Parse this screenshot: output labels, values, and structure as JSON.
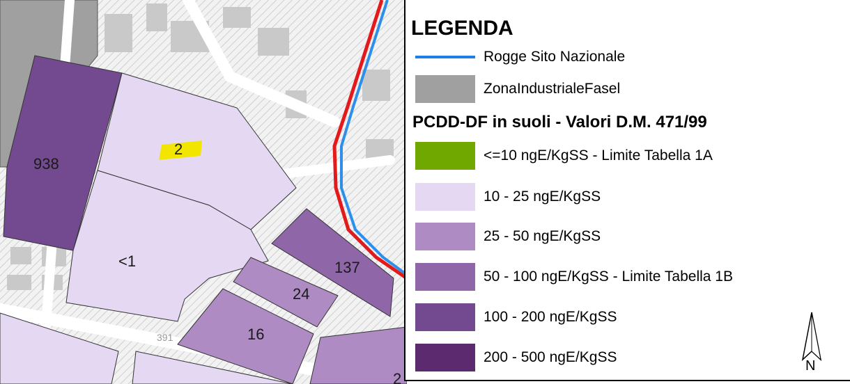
{
  "legend": {
    "title": "LEGENDA",
    "rogge": {
      "label": "Rogge Sito Nazionale",
      "color": "#1f7fe6"
    },
    "zona": {
      "label": "ZonaIndustrialeFasel",
      "color": "#a0a0a0"
    },
    "section_title": "PCDD-DF in suoli - Valori D.M. 471/99",
    "classes": [
      {
        "label": "<=10 ngE/KgSS - Limite Tabella 1A",
        "color": "#70a800"
      },
      {
        "label": "10 - 25 ngE/KgSS",
        "color": "#e5d8f2"
      },
      {
        "label": "25 - 50 ngE/KgSS",
        "color": "#ae8bc2"
      },
      {
        "label": "50 - 100 ngE/KgSS - Limite Tabella 1B",
        "color": "#8f66a8"
      },
      {
        "label": "100 - 200 ngE/KgSS",
        "color": "#734a90"
      },
      {
        "label": "200 - 500 ngE/KgSS",
        "color": "#5c2a6e"
      }
    ],
    "north_label": "N"
  },
  "map": {
    "parcel_values": [
      "938",
      "2",
      "<1",
      "137",
      "24",
      "16",
      "2"
    ],
    "background_text": "391",
    "line_colors": {
      "red": "#e31a1c",
      "blue": "#2d8fe8"
    }
  }
}
